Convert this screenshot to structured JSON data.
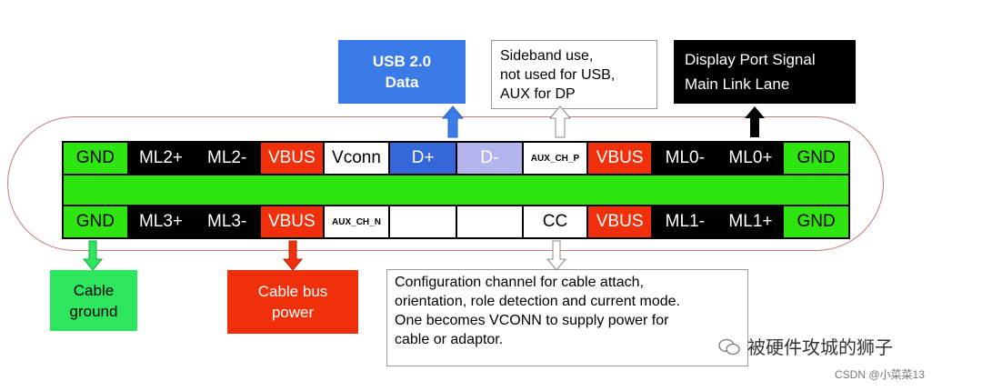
{
  "top_row": [
    {
      "label": "GND",
      "style": "gnd"
    },
    {
      "label": "ML2+",
      "style": "black"
    },
    {
      "label": "ML2-",
      "style": "black"
    },
    {
      "label": "VBUS",
      "style": "red"
    },
    {
      "label": "Vconn",
      "style": "white"
    },
    {
      "label": "D+",
      "style": "blue"
    },
    {
      "label": "D-",
      "style": "lav"
    },
    {
      "label": "AUX_CH_P",
      "style": "white-small"
    },
    {
      "label": "VBUS",
      "style": "red"
    },
    {
      "label": "ML0-",
      "style": "black"
    },
    {
      "label": "ML0+",
      "style": "black"
    },
    {
      "label": "GND",
      "style": "gnd"
    }
  ],
  "bottom_row": [
    {
      "label": "GND",
      "style": "gnd"
    },
    {
      "label": "ML3+",
      "style": "black"
    },
    {
      "label": "ML3-",
      "style": "black"
    },
    {
      "label": "VBUS",
      "style": "red"
    },
    {
      "label": "AUX_CH_N",
      "style": "white-small"
    },
    {
      "label": "",
      "style": "white"
    },
    {
      "label": "",
      "style": "white"
    },
    {
      "label": "CC",
      "style": "white"
    },
    {
      "label": "VBUS",
      "style": "red"
    },
    {
      "label": "ML1-",
      "style": "black"
    },
    {
      "label": "ML1+",
      "style": "black"
    },
    {
      "label": "GND",
      "style": "gnd"
    }
  ],
  "callouts": {
    "usb": {
      "line1": "USB 2.0",
      "line2": "Data"
    },
    "sideband": {
      "line1": "Sideband use,",
      "line2": "not used for USB,",
      "line3": "AUX for DP"
    },
    "displayport": {
      "line1": "Display Port Signal",
      "line2": "Main Link Lane"
    },
    "ground": {
      "line1": "Cable",
      "line2": "ground"
    },
    "bus_power": {
      "line1": "Cable bus",
      "line2": "power"
    },
    "cc": {
      "line1": "Configuration channel for cable attach,",
      "line2": "orientation, role detection and current mode.",
      "line3": "One becomes VCONN to supply power for",
      "line4": "cable or adaptor."
    }
  },
  "watermark": {
    "text": "被硬件攻城的狮子",
    "source": "CSDN @小菜菜13"
  },
  "colors": {
    "gnd_green": "#2ee510",
    "vbus_red": "#f0300a",
    "dplus_blue": "#3468d8",
    "dminus_lavender": "#b3b5ee",
    "usb_box_blue": "#3a7be8",
    "ground_box_green": "#2ee55e"
  }
}
